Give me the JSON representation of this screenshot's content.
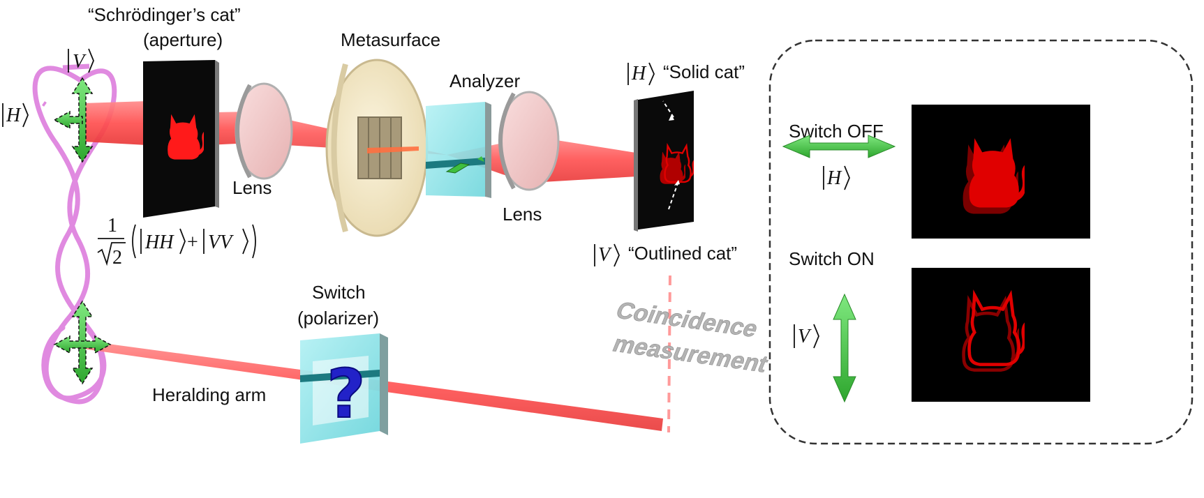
{
  "labels": {
    "aperture_title": "“Schrödinger’s cat”",
    "aperture_sub": "(aperture)",
    "metasurface": "Metasurface",
    "analyzer": "Analyzer",
    "lens_left": "Lens",
    "lens_right": "Lens",
    "solid_cat": "“Solid cat”",
    "outlined_cat": "“Outlined cat”",
    "switch_title": "Switch",
    "switch_sub": "(polarizer)",
    "heralding_arm": "Heralding arm",
    "coincidence_1": "Coincidence",
    "coincidence_2": "measurement",
    "switch_off": "Switch OFF",
    "switch_on": "Switch ON",
    "question_mark": "?"
  },
  "kets": {
    "V_top": "V",
    "H_left": "H",
    "H_solid": "H",
    "V_outlined": "V",
    "H_off": "H",
    "V_on": "V"
  },
  "state": {
    "frac_num": "1",
    "sqrt_den": "2",
    "ket1": "HH",
    "plus": "+",
    "ket2": "VV"
  },
  "colors": {
    "beam": "#ff5a5a",
    "loop": "#e08ae0",
    "arrow_green": "#3fbf3f",
    "cat_red": "#e60000",
    "metasurface_disc": "#f3e8c8",
    "analyzer_glass": "#8fe6ea",
    "lens_glass": "#f4c9c9",
    "panel_dash": "#333333"
  }
}
